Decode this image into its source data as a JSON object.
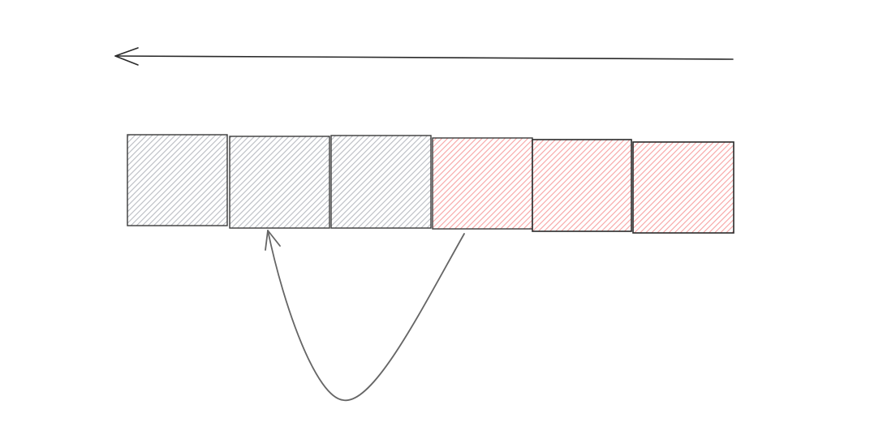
{
  "diagram": {
    "direction_arrow": {
      "direction": "left"
    },
    "blocks": [
      {
        "fill": "gray"
      },
      {
        "fill": "gray"
      },
      {
        "fill": "gray"
      },
      {
        "fill": "red"
      },
      {
        "fill": "red"
      },
      {
        "fill": "red"
      }
    ],
    "curved_arrow": {
      "from_block": 4,
      "to_block": 2
    }
  },
  "colors": {
    "background": "#ffffff",
    "stroke": "#2a2a2a",
    "gray_hatch": "#b9bcc2",
    "red_hatch": "#f7a3a3",
    "curve": "#666666"
  }
}
